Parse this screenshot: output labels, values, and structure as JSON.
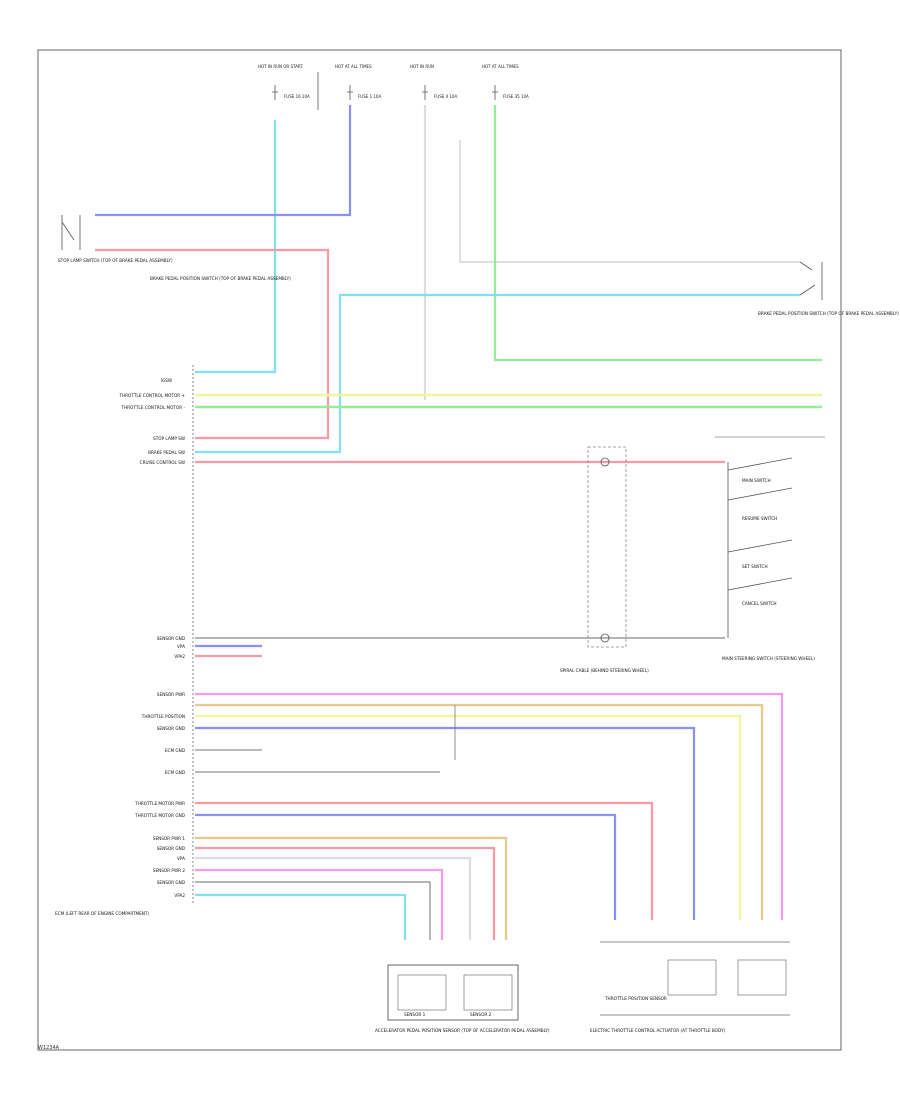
{
  "diagram": {
    "reference_code": "W1234A",
    "fuse_labels": {
      "f1": "FUSE 16 10A",
      "f2": "FUSE 1 10A",
      "f3": "FUSE 4 10A",
      "f4": "FUSE 35 10A"
    },
    "top_headers": {
      "h1": "HOT IN RUN OR START",
      "h2": "HOT AT ALL TIMES",
      "h3": "HOT IN RUN",
      "h4": "HOT AT ALL TIMES"
    },
    "components": {
      "stop_lamp_switch": "STOP LAMP SWITCH (TOP OF BRAKE PEDAL ASSEMBLY)",
      "brake_pedal_switch": "BRAKE PEDAL POSITION SWITCH (TOP OF BRAKE PEDAL ASSEMBLY)",
      "ecm": "ECM (LEFT REAR OF ENGINE COMPARTMENT)",
      "spiral_cable": "SPIRAL CABLE (BEHIND STEERING WHEEL)",
      "main_switch": "MAIN STEERING SWITCH (STEERING WHEEL)",
      "accel_sensor": "ACCELERATOR PEDAL POSITION SENSOR (TOP OF ACCELERATOR PEDAL ASSEMBLY)",
      "throttle_actuator": "ELECTRIC THROTTLE CONTROL ACTUATOR (AT THROTTLE BODY)",
      "throttle_body": "THROTTLE POSITION SENSOR",
      "sensor1": "SENSOR 1",
      "sensor2": "SENSOR 2",
      "cruise_main": "MAIN SWITCH",
      "resume": "RESUME SWITCH",
      "set": "SET SWITCH",
      "cancel": "CANCEL SWITCH"
    },
    "ecm_pins": {
      "p1": "IGSW",
      "p2": "THROTTLE CONTROL MOTOR +",
      "p3": "THROTTLE CONTROL MOTOR -",
      "p4": "STOP LAMP SW",
      "p5": "BRAKE PEDAL SW",
      "p6": "CRUISE CONTROL SW",
      "p7": "SENSOR GND",
      "p8": "VPA",
      "p9": "VPA2",
      "p10": "SENSOR PWR",
      "p11": "THROTTLE POSITION",
      "p12": "SENSOR GND",
      "p13": "ECM GND",
      "p14": "ECM GND",
      "p15": "THROTTLE MOTOR PWR",
      "p16": "THROTTLE MOTOR GND",
      "p17": "SENSOR PWR 1",
      "p18": "SENSOR GND",
      "p19": "VPA",
      "p20": "SENSOR PWR 2",
      "p21": "SENSOR GND",
      "p22": "VPA2"
    },
    "wire_colors": {
      "light_blue": "LT BLU",
      "blue": "BLU",
      "red": "RED",
      "yellow": "YEL",
      "green": "LT GRN",
      "pink": "PNK",
      "orange": "ORG",
      "white": "WHT",
      "black": "BLK"
    }
  }
}
